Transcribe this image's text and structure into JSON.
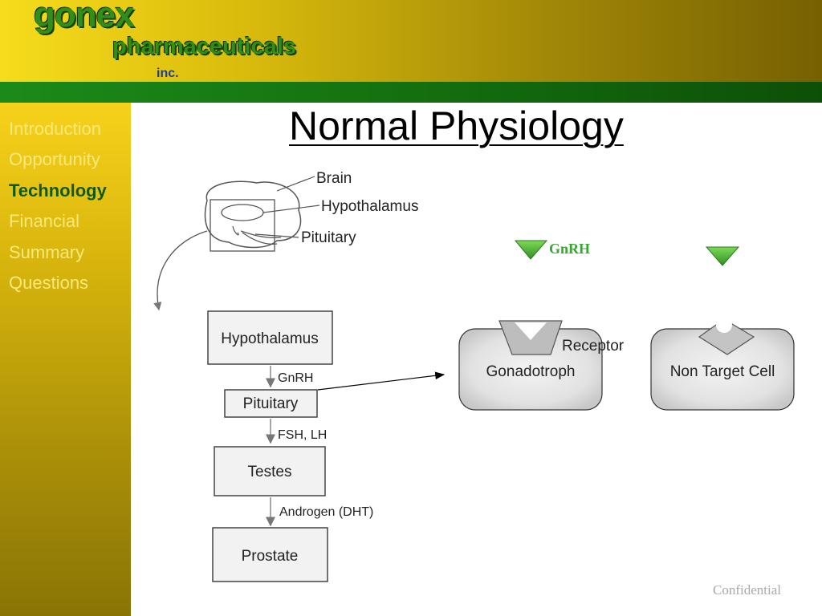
{
  "header": {
    "logo_name": "gonex",
    "logo_sub": "pharmaceuticals",
    "logo_inc": "inc."
  },
  "sidebar": {
    "items": [
      {
        "label": "Introduction",
        "active": false
      },
      {
        "label": "Opportunity",
        "active": false
      },
      {
        "label": "Technology",
        "active": true
      },
      {
        "label": "Financial",
        "active": false
      },
      {
        "label": "Summary",
        "active": false
      },
      {
        "label": "Questions",
        "active": false
      }
    ]
  },
  "slide": {
    "title": "Normal Physiology",
    "brain_labels": {
      "brain": "Brain",
      "hypothalamus": "Hypothalamus",
      "pituitary": "Pituitary"
    },
    "flow": {
      "boxes": [
        "Hypothalamus",
        "Pituitary",
        "Testes",
        "Prostate"
      ],
      "arrows": [
        "GnRH",
        "FSH, LH",
        "Androgen (DHT)"
      ]
    },
    "cells": {
      "gnrh_label": "GnRH",
      "receptor_label": "Receptor",
      "gonadotroph": "Gonadotroph",
      "non_target": "Non Target Cell"
    },
    "footer": "Confidential"
  },
  "colors": {
    "header_gold": "#d9bb0c",
    "band_green": "#14700f",
    "active_nav": "#0e5a12",
    "inactive_nav": "#fde87a",
    "gnrh_green": "#3aa632"
  }
}
